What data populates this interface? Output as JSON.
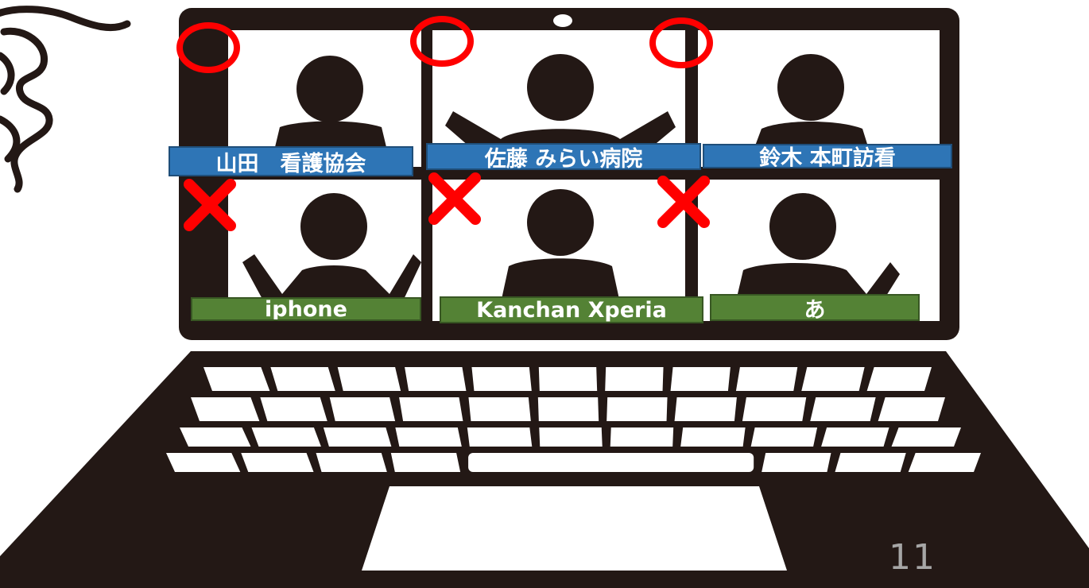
{
  "participants_top": [
    {
      "label": "山田　看護協会",
      "mark": "circle"
    },
    {
      "label": "佐藤 みらい病院",
      "mark": "circle"
    },
    {
      "label": "鈴木 本町訪看",
      "mark": "circle"
    }
  ],
  "participants_bottom": [
    {
      "label": "iphone",
      "mark": "cross"
    },
    {
      "label": "Kanchan Xperia",
      "mark": "cross"
    },
    {
      "label": "あ",
      "mark": "cross"
    }
  ],
  "page_number": "11",
  "colors": {
    "laptop": "#231815",
    "screen": "#ffffff",
    "label_top": "#2e75b6",
    "label_bottom": "#548235",
    "mark": "#ff0000"
  }
}
